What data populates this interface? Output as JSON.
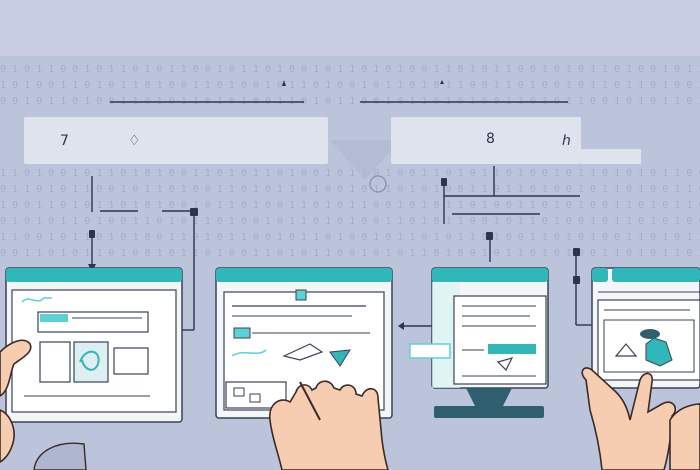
{
  "top_labels": {
    "left_card": [
      "7",
      "♢"
    ],
    "right_card": [
      "8",
      "ℎ"
    ]
  },
  "colors": {
    "sky": "#c8cde3",
    "background": "#bcc4dc",
    "code_text": "#9ea7c5",
    "card": "#dfe3ee",
    "window_frame": "#3a4256",
    "window_header": "#2fb7b9",
    "window_body": "#f4f5f8",
    "accent_teal": "#5bd3d5",
    "skin": "#f6cdb1",
    "skin_outline": "#3b2a25",
    "monitor_stand": "#2f5f6e",
    "connector_line": "#2c3550"
  },
  "icons": [
    "arrow-cursor-icon",
    "pointer-hand-icon",
    "monitor-icon",
    "window-icon"
  ]
}
